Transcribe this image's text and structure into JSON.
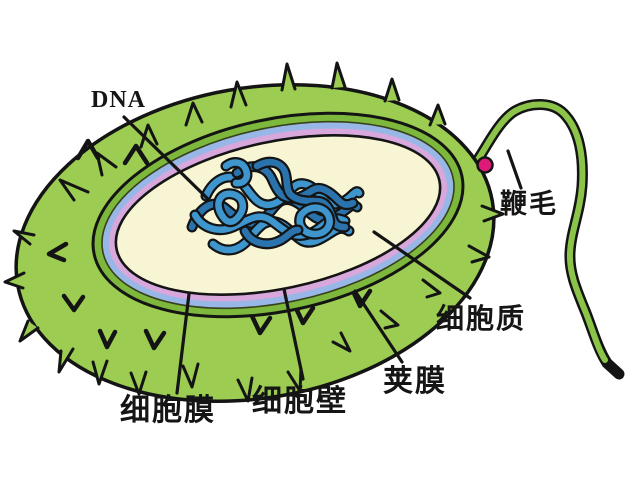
{
  "diagram": {
    "subject": "bacterium-cell-structure",
    "labels": {
      "dna": "DNA",
      "flagellum": "鞭毛",
      "cytoplasm": "细胞质",
      "capsule": "荚膜",
      "cell_wall": "细胞壁",
      "cell_membrane": "细胞膜"
    },
    "colors": {
      "capsule_green": "#9ccd52",
      "wall_green": "#7db83c",
      "membrane_blue": "#98b7e6",
      "membrane_pink": "#d8a7dc",
      "cytoplasm_cream": "#f8f5d4",
      "dna_blue": "#3f96ce",
      "dna_blue_dark": "#2b73ad",
      "flagellum_green": "#8cc44a",
      "basal_dot_magenta": "#de1a78",
      "outline_black": "#141414"
    }
  }
}
